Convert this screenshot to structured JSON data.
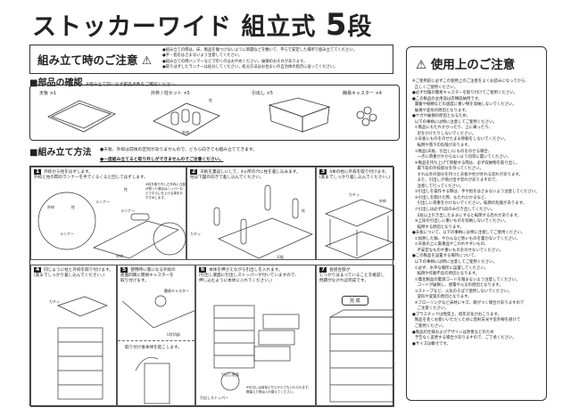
{
  "title": {
    "main": "ストッカーワイド 組立式",
    "num": "5",
    "suffix": "段"
  },
  "caution": {
    "label": "組み立て時のご注意",
    "icon": "warning-triangle",
    "items": [
      "●組み立ての際は、床、製品を傷つけないように新聞などを敷いて、平らで安定した場所で組み立ててください。",
      "●手・指をはさまないよう注意してください。",
      "●組み立ての際ハンマーなどで叩くのはおやめください。破損のおそれがあります。",
      "●取りはずしたランナーは処分してください。処分方法はお住まいの自治体の指示に従ってください。"
    ]
  },
  "parts": {
    "heading": "■部品の確認",
    "note": "※組み立て前に必ず部品点数をご確認ください。",
    "items": [
      {
        "label": "天板 ×1"
      },
      {
        "label": "外枠 / 柱セット ×5",
        "callouts": [
          "柱",
          "外枠"
        ]
      },
      {
        "label": "引出し ×5"
      },
      {
        "label": "簡易キャスター ×4"
      }
    ]
  },
  "assembly": {
    "heading": "■組み立て方法",
    "notes": [
      "●天板、外枠は前後の区別がありませんので、どちら向きでも組み立てできます。",
      "●一度組み立てると取り外しができませんのでご注意ください。"
    ],
    "steps": [
      {
        "n": "1",
        "text": "外枠から柱をはずします。\n外枠と柱の間のランナーを手でくるくると回してはずします。",
        "callouts": [
          "柱",
          "ランナー",
          "ランナー",
          "外枠",
          "柱",
          "外枠",
          "ランナー"
        ],
        "tip": "※柱を取り外した外枠に凸部が残った場合はニッパーなどで平らに仕上げる事をおすすめします。"
      },
      {
        "n": "2",
        "text": "天板を裏返しにして、4ヶ所の穴に柱を差し込みます。\n柱は下図の向きで差し込んでください。",
        "callouts": [
          "柱",
          "天板",
          "カチッ"
        ]
      },
      {
        "n": "3",
        "text": "4本の柱に外枠を取り付けます。\n(奥までしっかり差し込んでください。)",
        "callouts": [
          "カチッ",
          "外枠"
        ]
      },
      {
        "n": "4",
        "text": "同じように柱と外枠を取り付けます。\n(奥までしっかり差し込んでください。)",
        "callouts": [
          "カチッ"
        ]
      },
      {
        "n": "5",
        "text": "使用時に底になる外枠の\n底面四隅に簡易キャスターを\n取り付けます。",
        "callouts": [
          "簡易キャスター",
          "U字凹部"
        ],
        "text2": "取り付け後本体を起こします。"
      },
      {
        "n": "6",
        "text": "本体を押さえながら引出しを入れます。\n(引出し底面に引出しストッパーが付いていますので、\n押し込むように本体に入れてください。)",
        "callouts": [
          "引出し底面",
          "引出しストッパー"
        ],
        "tip": "※引出しは前後どちらからでも入れられます。間違えた際は入れ替えてください。"
      },
      {
        "n": "7",
        "text": "各接合部が\nしっかりはまっていることを確認し\n問題がなければ完成です。",
        "badge": "完 成"
      }
    ]
  },
  "usage": {
    "heading": "使用上のご注意",
    "icon": "warning-triangle",
    "lines": [
      "※ご使用前に必ずこの使用上のご注意をよくお読みになってから、",
      "  正しくご使用ください。",
      "●必ず付属の簡易キャスターを取り付けてご使用ください。",
      "●この製品の主用途は衣類収納用です。",
      "  書籍や紙類などの過度に重い物を収納しないでください。",
      "  破損や変形の原因となります。",
      "●ケガや破損の原因となるため、",
      "  以下の事柄には特に注意してご使用ください。",
      "  ①製品にもたれかかったり、上に乗ったり、",
      "    足をかけたりしないでください。",
      "  ②天板にものをのせたまま移動をしないでください。",
      "    転倒や落下の危険があります。",
      "  ③製品(天板、引出し)にものをのせる場合、",
      "    一点に荷重がかからないよう均等に置いてください。",
      "  ④製品を持ち上げて移動する際は、必ず収納物を取り出し、",
      "    最下段の外枠部分を持ってください。",
      "    それ以外の部分を持つと天板や柱が外れる恐れがあります。",
      "    また、引出しが飛び出す恐れがありますので、",
      "    注意して行ってください。",
      "  ⑤引出しを操作する際は、手や指をはさまないよう注意してください。",
      "  ⑥引出しを開けた際、もたれかかるなど、",
      "    引出しに荷重をかけないでください。転倒の危険があります。",
      "  ⑦引出しは必ず1段のみ引き出してください。",
      "    2段以上引き出したままにすると転倒する恐れがあります。",
      "  ⑧上段の引出しに重いものを収納しないでください。",
      "    転倒する原因となります。",
      "●天板について、以下の事柄には特に注意してご使用ください。",
      "  ①加熱した鍋、やかんなど熱いものを置かないでください。",
      "  ②天板の上に貴重品やこわれやすいもの、",
      "    不安定なものや重いものをのせないでください。",
      "●この製品を設置する場所について、",
      "  以下の事柄には特に注意してご使用ください。",
      "  ①必ず、水平な場所に設置してください。",
      "    転倒や作動不良の原因となります。",
      "  ②電化製品の電源コードを踏まないよう注意してください。",
      "    コードが破損し、感電や火災の原因となります。",
      "  ③ストーブなど、火気のそばで使用しないでください。",
      "    変形や変質の原因となります。",
      "  ④フローリングなど床材にキズ、跡がつく場合がありますので",
      "    ご注意ください。",
      "●プラスチックは性質上、経年劣化がおこります。",
      "  製品を長くお使いいただくために直射日光や室外線を避けて",
      "  ご使用ください。",
      "●製品の仕様およびデザインは改善などのため",
      "  予告なく変更する場合がありますので、ご了承ください。",
      "●サイズは概寸です。"
    ]
  }
}
